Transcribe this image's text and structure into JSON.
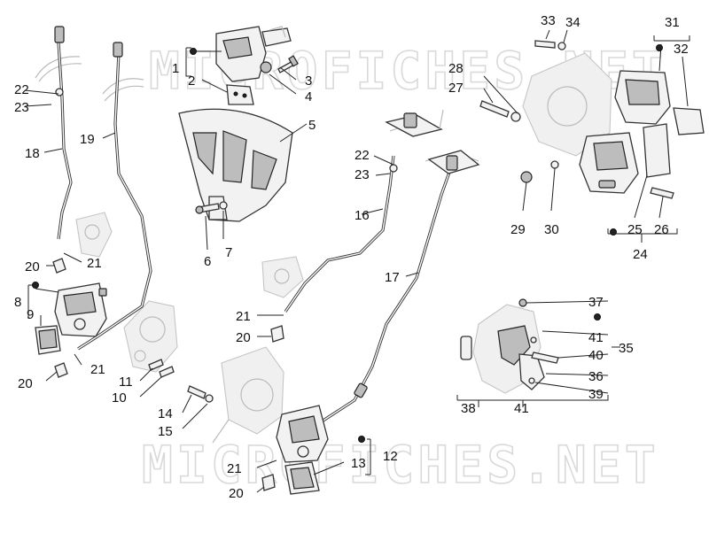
{
  "watermark": {
    "top": "MICROFICHES.NET",
    "bottom": "MICROFICHES.NET"
  },
  "callouts": {
    "c1": "1",
    "c2": "2",
    "c3": "3",
    "c4": "4",
    "c5": "5",
    "c6": "6",
    "c7": "7",
    "c8": "8",
    "c9": "9",
    "c10": "10",
    "c11": "11",
    "c12": "12",
    "c13": "13",
    "c14": "14",
    "c15": "15",
    "c16": "16",
    "c17": "17",
    "c18": "18",
    "c19": "19",
    "c20a": "20",
    "c20b": "20",
    "c20c": "20",
    "c20d": "20",
    "c21a": "21",
    "c21b": "21",
    "c21c": "21",
    "c21d": "21",
    "c22a": "22",
    "c22b": "22",
    "c23a": "23",
    "c23b": "23",
    "c24": "24",
    "c25": "25",
    "c26": "26",
    "c27": "27",
    "c28": "28",
    "c29": "29",
    "c30": "30",
    "c31": "31",
    "c32": "32",
    "c33": "33",
    "c34": "34",
    "c35": "35",
    "c36": "36",
    "c37": "37",
    "c38": "38",
    "c39": "39",
    "c40": "40",
    "c41a": "41",
    "c41b": "41"
  }
}
